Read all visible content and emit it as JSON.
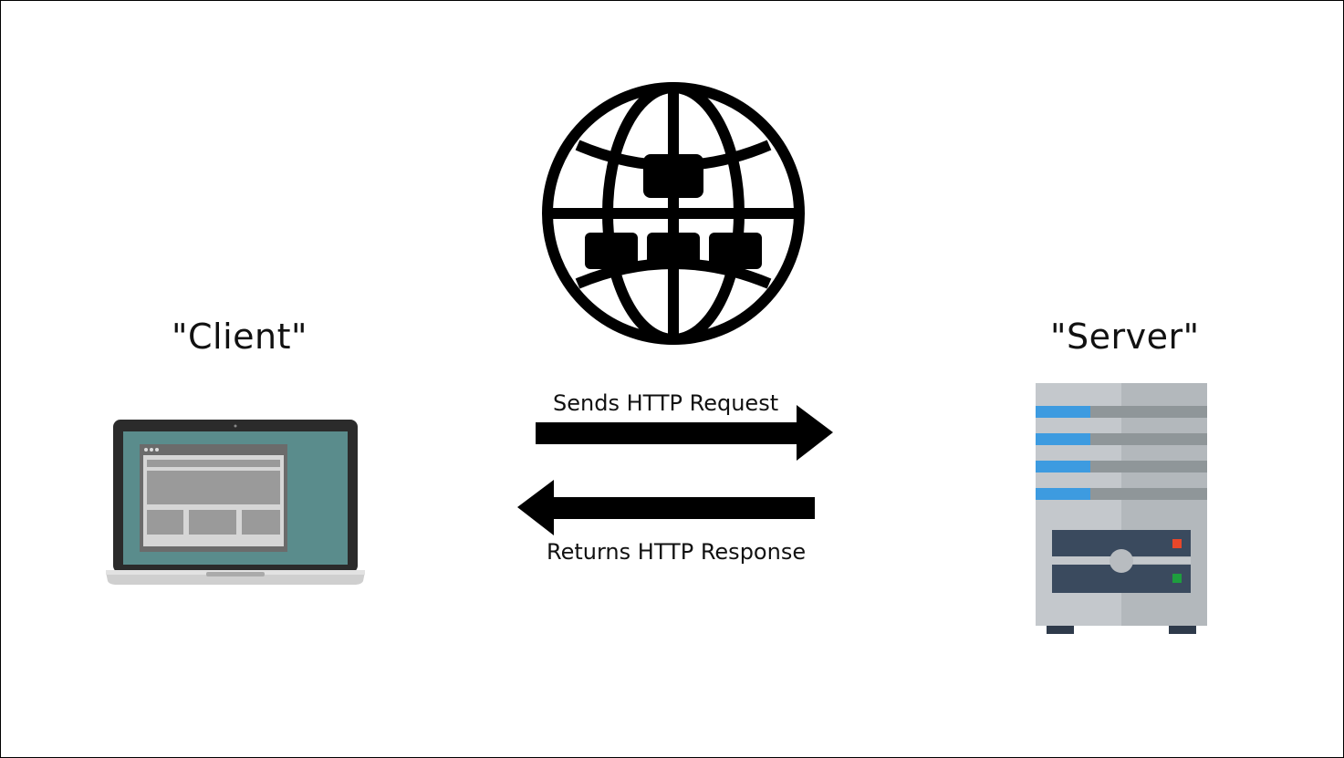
{
  "diagram": {
    "client": {
      "label": "\"Client\""
    },
    "server": {
      "label": "\"Server\""
    },
    "request": {
      "label": "Sends HTTP Request"
    },
    "response": {
      "label": "Returns HTTP Response"
    },
    "icons": {
      "globe": "globe-network-icon",
      "laptop": "laptop-icon",
      "server": "server-tower-icon"
    },
    "colors": {
      "ink": "#000000",
      "laptop_screen": "#5a8c8c",
      "laptop_body": "#2b2b2b",
      "server_body": "#c4c8cc",
      "server_stripe": "#3d9be0",
      "server_panel": "#3a4a5e",
      "led_red": "#e8472a",
      "led_green": "#1e9e3e"
    }
  }
}
